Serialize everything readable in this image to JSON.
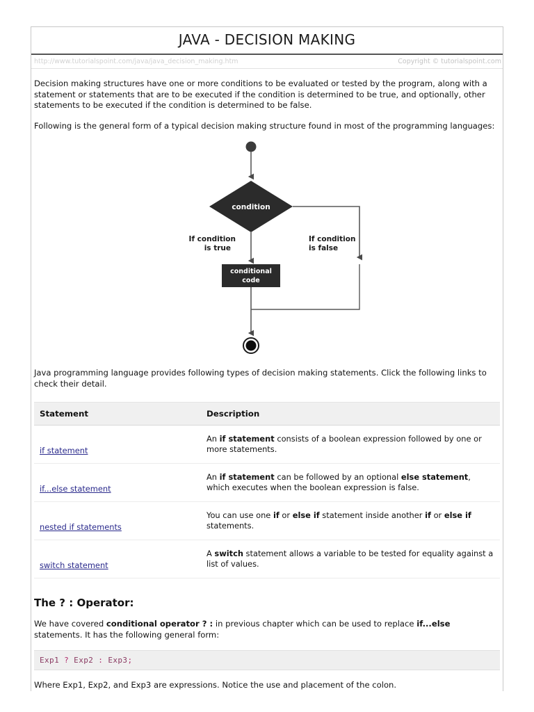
{
  "header": {
    "title": "JAVA - DECISION MAKING",
    "url": "http://www.tutorialspoint.com/java/java_decision_making.htm",
    "copyright": "Copyright © tutorialspoint.com"
  },
  "content": {
    "intro_paragraph": "Decision making structures have one or more conditions to be evaluated or tested by the program, along with a statement or statements that are to be executed if the condition is determined to be true, and optionally, other statements to be executed if the condition is determined to be false.",
    "general_form_paragraph": "Following is the general form of a typical decision making structure found in most of the programming languages:",
    "after_flowchart_paragraph": "Java programming language provides following types of decision making statements. Click the following links to check their detail."
  },
  "flowchart": {
    "condition_label": "condition",
    "true_label_line1": "If condition",
    "true_label_line2": "is true",
    "false_label_line1": "If condition",
    "false_label_line2": "is false",
    "code_label_line1": "conditional",
    "code_label_line2": "code",
    "node_fill": "#2b2b2b",
    "line_color": "#595959"
  },
  "table": {
    "columns": [
      "Statement",
      "Description"
    ],
    "rows": [
      {
        "statement": "if statement",
        "desc_parts": [
          {
            "text": "An ",
            "bold": false
          },
          {
            "text": "if statement",
            "bold": true
          },
          {
            "text": " consists of a boolean expression followed by one or more statements.",
            "bold": false
          }
        ]
      },
      {
        "statement": "if...else statement",
        "desc_parts": [
          {
            "text": "An ",
            "bold": false
          },
          {
            "text": "if statement",
            "bold": true
          },
          {
            "text": " can be followed by an optional ",
            "bold": false
          },
          {
            "text": "else statement",
            "bold": true
          },
          {
            "text": ", which executes when the boolean expression is false.",
            "bold": false
          }
        ]
      },
      {
        "statement": "nested if statements",
        "desc_parts": [
          {
            "text": "You can use one ",
            "bold": false
          },
          {
            "text": "if",
            "bold": true
          },
          {
            "text": " or ",
            "bold": false
          },
          {
            "text": "else if",
            "bold": true
          },
          {
            "text": " statement inside another ",
            "bold": false
          },
          {
            "text": "if",
            "bold": true
          },
          {
            "text": " or ",
            "bold": false
          },
          {
            "text": "else if",
            "bold": true
          },
          {
            "text": " statements.",
            "bold": false
          }
        ]
      },
      {
        "statement": "switch statement",
        "desc_parts": [
          {
            "text": "A ",
            "bold": false
          },
          {
            "text": "switch",
            "bold": true
          },
          {
            "text": " statement allows a variable to be tested for equality against a list of values.",
            "bold": false
          }
        ]
      }
    ]
  },
  "operator_section": {
    "heading": "The ? : Operator:",
    "paragraph_parts": [
      {
        "text": "We have covered ",
        "bold": false
      },
      {
        "text": "conditional operator ? :",
        "bold": true
      },
      {
        "text": " in previous chapter which can be used to replace ",
        "bold": false
      },
      {
        "text": "if...else",
        "bold": true
      },
      {
        "text": " statements. It has the following general form:",
        "bold": false
      }
    ],
    "code": {
      "full": "Exp1 ? Exp2 : Exp3;",
      "tokens": [
        {
          "text": "Exp1",
          "type": "id"
        },
        {
          "text": " ? ",
          "type": "op"
        },
        {
          "text": "Exp2",
          "type": "id"
        },
        {
          "text": " : ",
          "type": "op"
        },
        {
          "text": "Exp3",
          "type": "id"
        },
        {
          "text": ";",
          "type": "op"
        }
      ]
    },
    "closing_paragraph": "Where Exp1, Exp2, and Exp3 are expressions. Notice the use and placement of the colon."
  },
  "colors": {
    "link": "#2a2a8c",
    "code_text": "#8a3a62",
    "code_bg": "#efefef",
    "table_header_bg": "#f0f0f0",
    "diagram_dark": "#2b2b2b"
  }
}
